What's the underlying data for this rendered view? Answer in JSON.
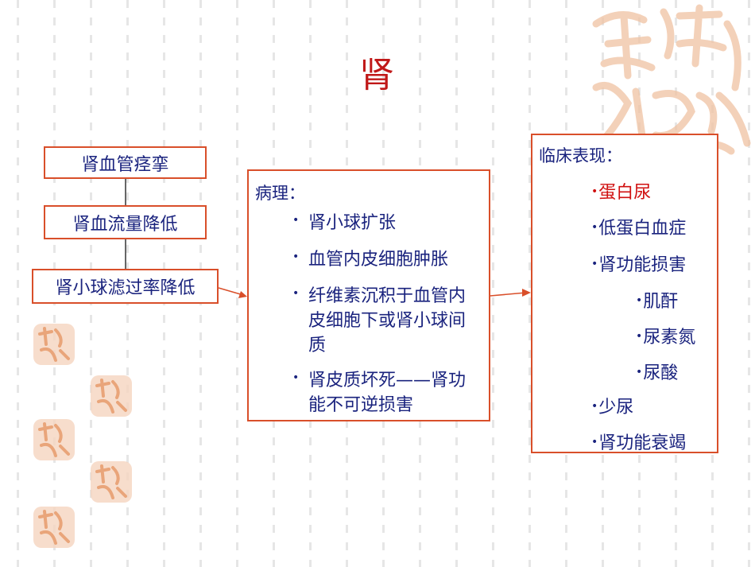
{
  "title": "肾",
  "left_chain": [
    "肾血管痉挛",
    "肾血流量降低",
    "肾小球滤过率降低"
  ],
  "pathology": {
    "heading": "病理：",
    "items": [
      "肾小球扩张",
      "血管内皮细胞肿胀",
      "纤维素沉积于血管内皮细胞下或肾小球间质",
      "肾皮质坏死——肾功能不可逆损害"
    ]
  },
  "clinical": {
    "heading": "临床表现：",
    "items": [
      {
        "text": "蛋白尿",
        "bullet": "•",
        "highlight": true
      },
      {
        "text": "低蛋白血症",
        "bullet": "•",
        "highlight": false
      },
      {
        "text": "肾功能损害",
        "bullet": "•",
        "highlight": false
      },
      {
        "text": "肌酐",
        "bullet": "•",
        "highlight": false
      },
      {
        "text": "尿素氮",
        "bullet": "•",
        "highlight": false
      },
      {
        "text": "尿酸",
        "bullet": "•",
        "highlight": false
      },
      {
        "text": "少尿",
        "bullet": "•",
        "highlight": false
      },
      {
        "text": "肾功能衰竭",
        "bullet": "•",
        "highlight": false
      }
    ]
  },
  "colors": {
    "border": "#d94f2a",
    "text": "#1a237e",
    "title": "#c01818",
    "highlight": "#d01010",
    "seal": "#e9a57a"
  }
}
